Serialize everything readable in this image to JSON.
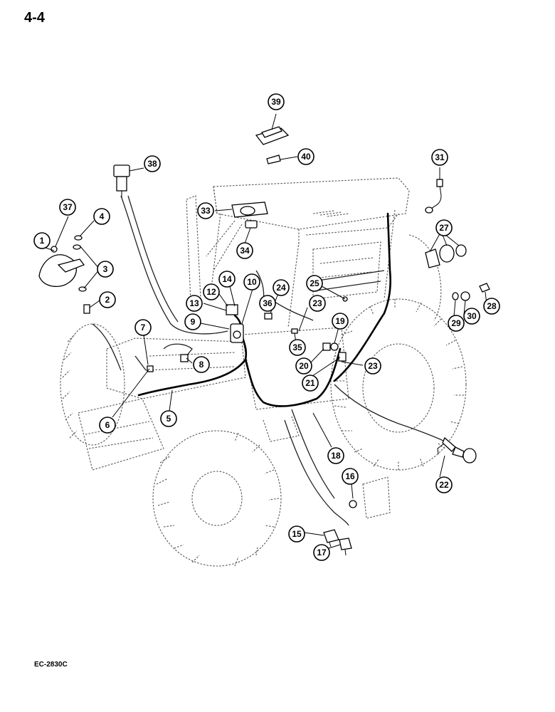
{
  "page": {
    "number": "4-4",
    "figure_code": "EC-2830C"
  },
  "callouts": [
    {
      "label": "1"
    },
    {
      "label": "2"
    },
    {
      "label": "3"
    },
    {
      "label": "4"
    },
    {
      "label": "5"
    },
    {
      "label": "6"
    },
    {
      "label": "7"
    },
    {
      "label": "8"
    },
    {
      "label": "9"
    },
    {
      "label": "10"
    },
    {
      "label": "12"
    },
    {
      "label": "13"
    },
    {
      "label": "14"
    },
    {
      "label": "15"
    },
    {
      "label": "16"
    },
    {
      "label": "17"
    },
    {
      "label": "18"
    },
    {
      "label": "19"
    },
    {
      "label": "20"
    },
    {
      "label": "21"
    },
    {
      "label": "22"
    },
    {
      "label": "23"
    },
    {
      "label": "23"
    },
    {
      "label": "24"
    },
    {
      "label": "25"
    },
    {
      "label": "27"
    },
    {
      "label": "28"
    },
    {
      "label": "29"
    },
    {
      "label": "30"
    },
    {
      "label": "31"
    },
    {
      "label": "33"
    },
    {
      "label": "34"
    },
    {
      "label": "35"
    },
    {
      "label": "36"
    },
    {
      "label": "37"
    },
    {
      "label": "38"
    },
    {
      "label": "39"
    },
    {
      "label": "40"
    }
  ]
}
